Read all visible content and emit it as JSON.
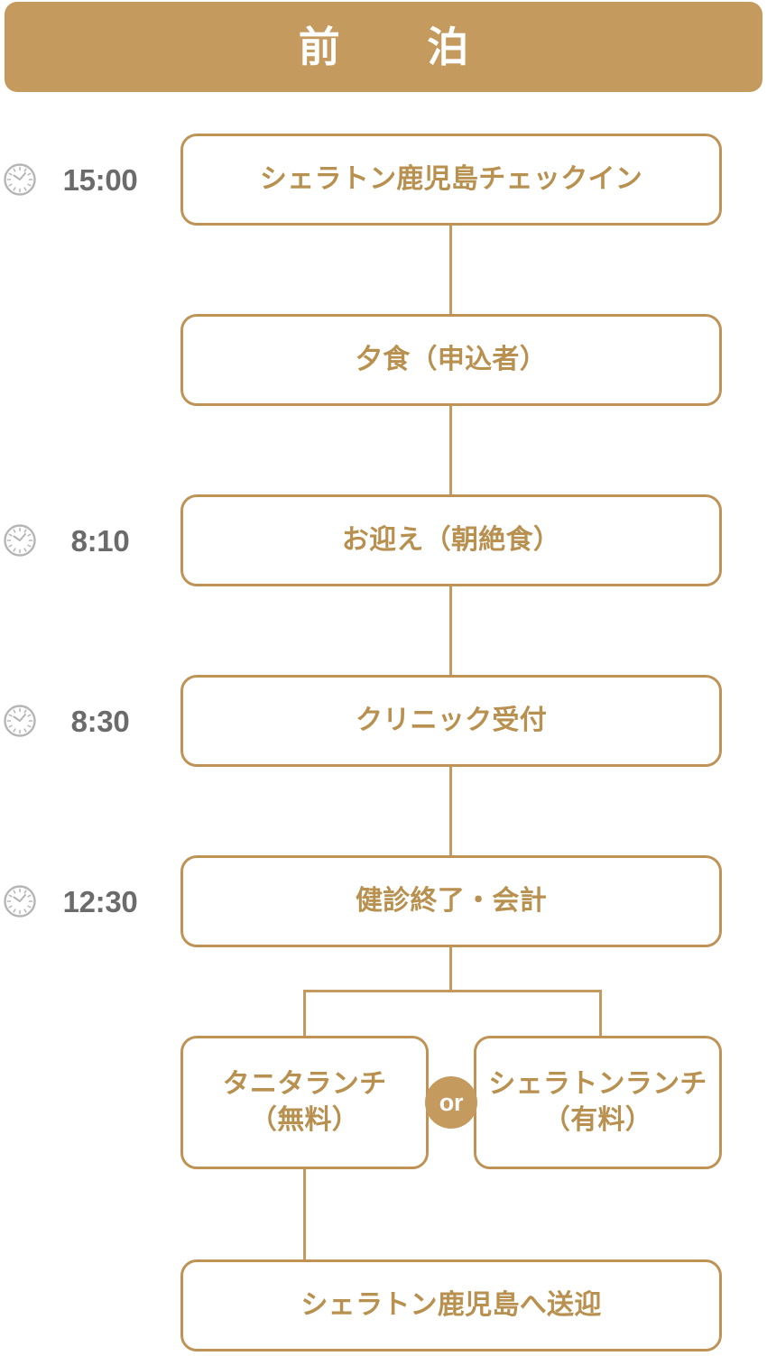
{
  "header": {
    "title": "前　泊",
    "background_color": "#c49a5f",
    "text_color": "#ffffff"
  },
  "theme": {
    "accent": "#c49a5f",
    "box_border": "#be9355",
    "box_text": "#b8904f",
    "time_text": "#6b6b6b",
    "clock_icon_color": "#b5b5b5",
    "page_background": "#ffffff"
  },
  "times": [
    {
      "icon": "clock-icon",
      "value": "15:00"
    },
    {
      "icon": "clock-icon",
      "value": "8:10"
    },
    {
      "icon": "clock-icon",
      "value": "8:30"
    },
    {
      "icon": "clock-icon",
      "value": "12:30"
    }
  ],
  "steps": {
    "checkin": "シェラトン鹿児島チェックイン",
    "dinner": "夕食（申込者）",
    "pickup": "お迎え（朝絶食）",
    "reception": "クリニック受付",
    "finish": "健診終了・会計",
    "lunch_tanita": "タニタランチ\n（無料）",
    "lunch_sheraton": "シェラトンランチ\n（有料）",
    "transfer": "シェラトン鹿児島へ送迎"
  },
  "branch": {
    "connector_label": "or"
  }
}
